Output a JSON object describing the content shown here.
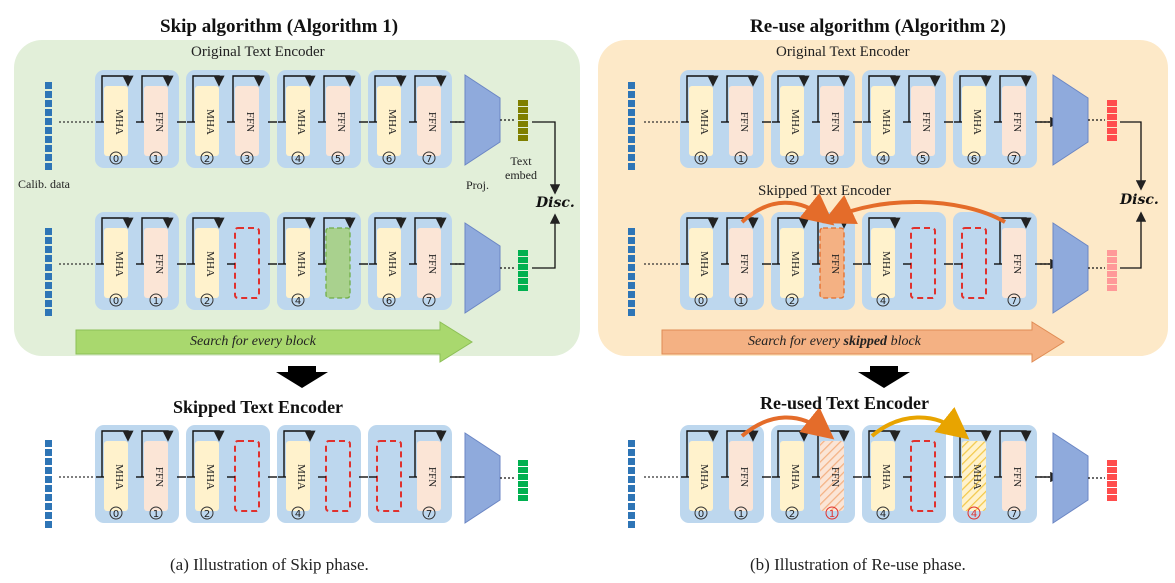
{
  "left": {
    "title": "Skip algorithm (Algorithm 1)",
    "original_label": "Original Text Encoder",
    "calib_label": "Calib. data",
    "proj_label": "Proj.",
    "text_embed_label": "Text\nembed",
    "disc_label": "Disc.",
    "search_label": "Search for every block",
    "result_title": "Skipped Text Encoder",
    "caption": "(a) Illustration of Skip phase."
  },
  "right": {
    "title": "Re-use algorithm (Algorithm 2)",
    "original_label": "Original Text Encoder",
    "skipped_label": "Skipped Text Encoder",
    "disc_label": "Disc.",
    "search_prefix": "Search for every ",
    "search_bold": "skipped",
    "search_suffix": " block",
    "result_title": "Re-used Text Encoder",
    "caption": "(b) Illustration of Re-use phase."
  },
  "block_labels": {
    "mha": "MHA",
    "ffn": "FFN"
  },
  "indices": {
    "original": [
      "0",
      "1",
      "2",
      "3",
      "4",
      "5",
      "6",
      "7"
    ],
    "skip_search": [
      "0",
      "1",
      "2",
      "",
      "4",
      "",
      "6",
      "7"
    ],
    "skip_result": [
      "0",
      "1",
      "2",
      "",
      "4",
      "",
      "",
      "7"
    ],
    "reuse_search": [
      "0",
      "1",
      "2",
      "",
      "4",
      "",
      "",
      "7"
    ],
    "reuse_result": [
      "0",
      "1",
      "2",
      "1",
      "4",
      "",
      "4",
      "7"
    ]
  },
  "colors": {
    "left_bg": "#e2efd9",
    "right_bg": "#fde9c8",
    "group_bg": "#bdd7ee",
    "mha": "#fff2cc",
    "ffn": "#fbe5d6",
    "skipped_border": "#e0312d",
    "green_replace": "#a9d18e",
    "proj": "#8faadc",
    "data_blue": "#2e75b6",
    "embed_olive": "#7f7f00",
    "embed_green": "#00b050",
    "embed_red": "#ff4d4d",
    "embed_pink": "#ff9999",
    "search_green": "#a9d86e",
    "search_orange": "#f4b183",
    "reuse_orange": "#e46c2a",
    "reuse_gold": "#e8a400"
  }
}
